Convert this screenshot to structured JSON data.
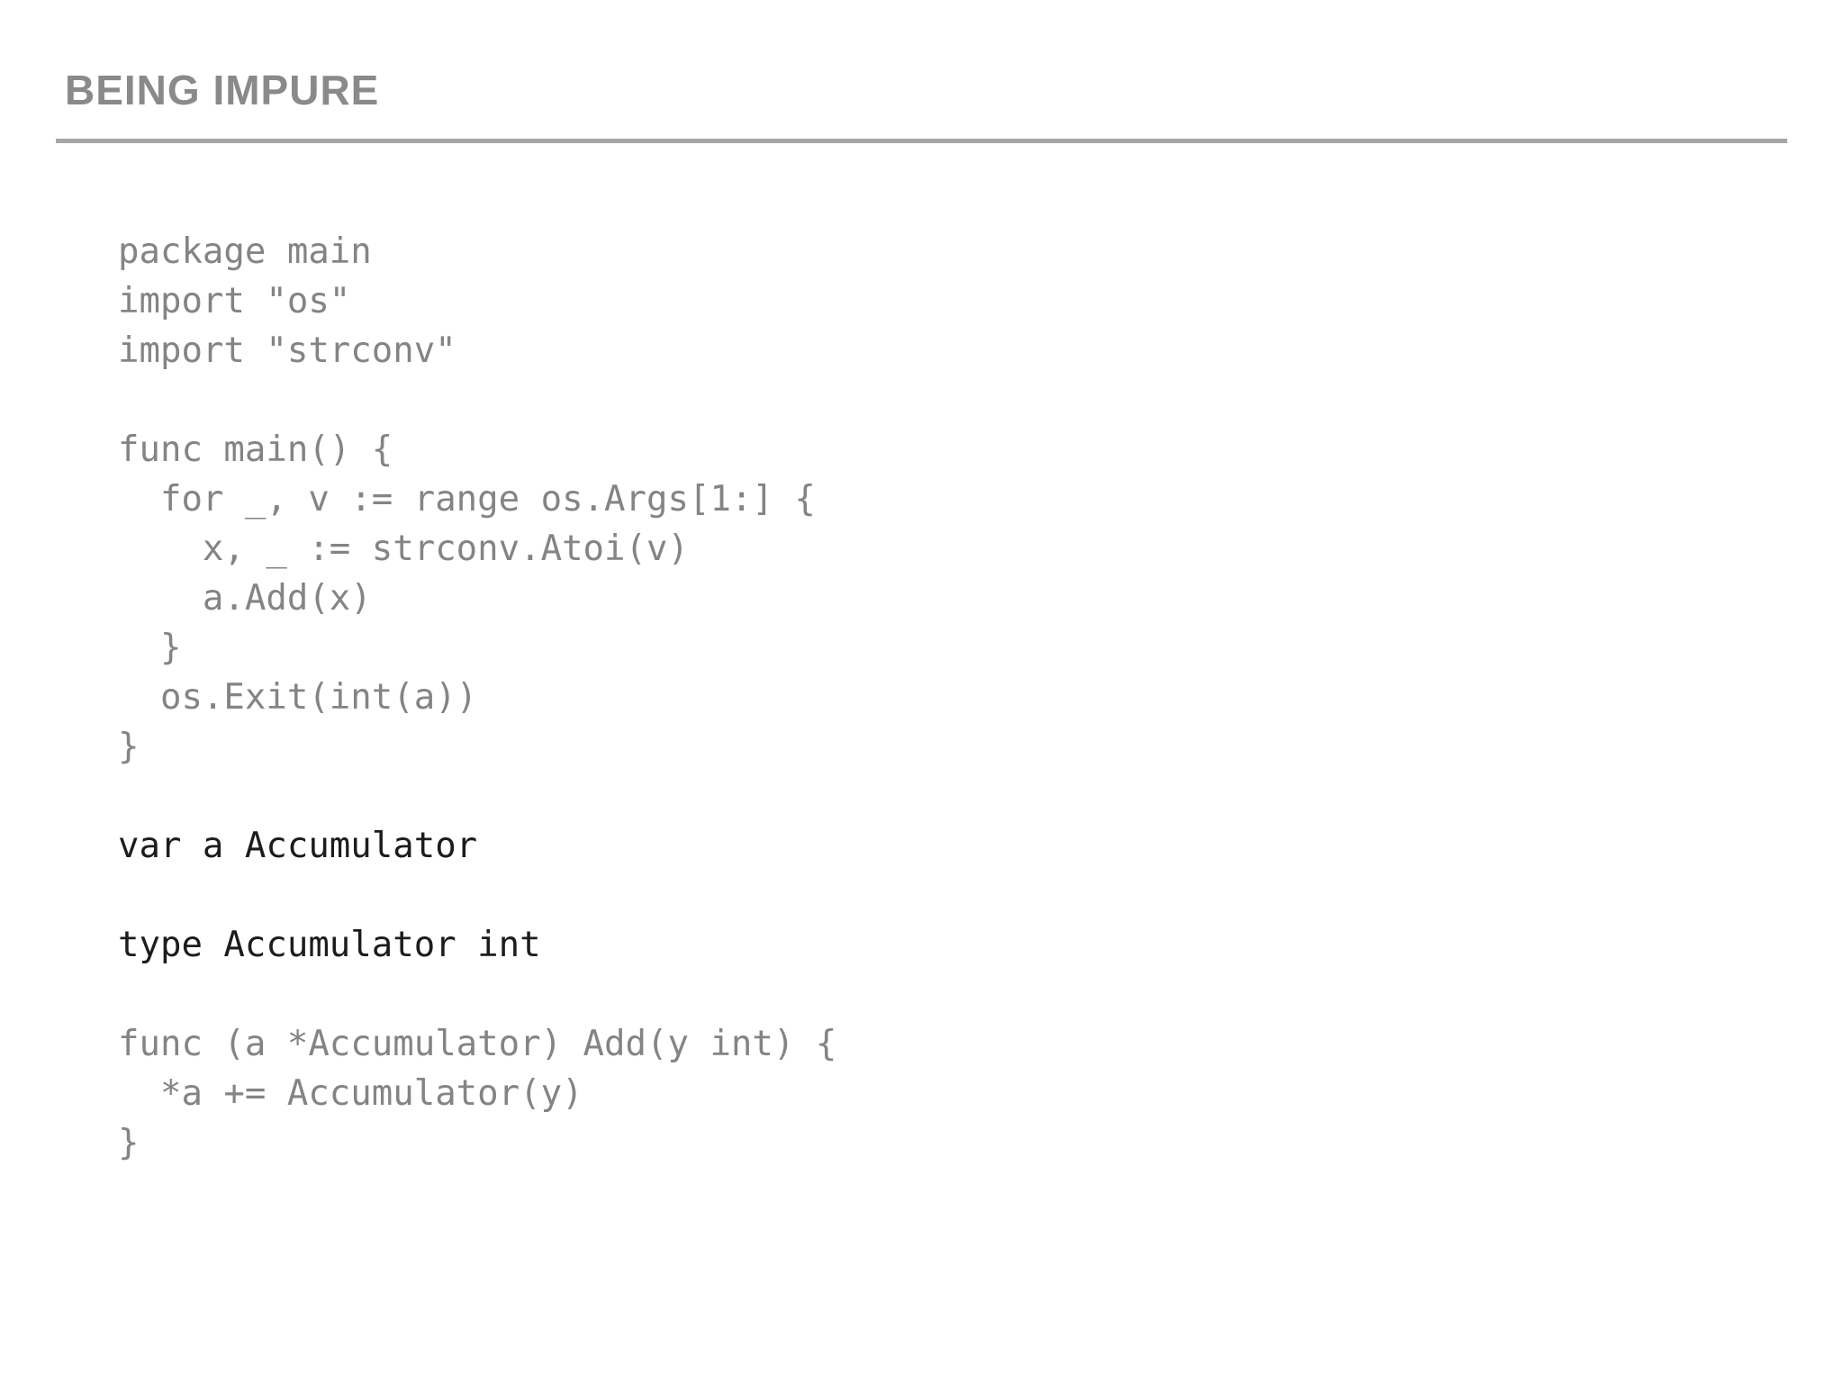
{
  "slide": {
    "title": "BEING IMPURE",
    "colors": {
      "background": "#ffffff",
      "title_gray": "#8a8a8a",
      "rule_gray": "#a6a6a6",
      "code_gray": "#848484",
      "code_emphasis": "#1c1c1c"
    },
    "code_lines": [
      {
        "text": "package main",
        "emphasis": false
      },
      {
        "text": "import \"os\"",
        "emphasis": false
      },
      {
        "text": "import \"strconv\"",
        "emphasis": false
      },
      {
        "text": "",
        "emphasis": false
      },
      {
        "text": "func main() {",
        "emphasis": false
      },
      {
        "text": "  for _, v := range os.Args[1:] {",
        "emphasis": false
      },
      {
        "text": "    x, _ := strconv.Atoi(v)",
        "emphasis": false
      },
      {
        "text": "    a.Add(x)",
        "emphasis": false
      },
      {
        "text": "  }",
        "emphasis": false
      },
      {
        "text": "  os.Exit(int(a))",
        "emphasis": false
      },
      {
        "text": "}",
        "emphasis": false
      },
      {
        "text": "",
        "emphasis": false
      },
      {
        "text": "var a Accumulator",
        "emphasis": true
      },
      {
        "text": "",
        "emphasis": false
      },
      {
        "text": "type Accumulator int",
        "emphasis": true
      },
      {
        "text": "",
        "emphasis": false
      },
      {
        "text": "func (a *Accumulator) Add(y int) {",
        "emphasis": false
      },
      {
        "text": "  *a += Accumulator(y)",
        "emphasis": false
      },
      {
        "text": "}",
        "emphasis": false
      }
    ]
  }
}
